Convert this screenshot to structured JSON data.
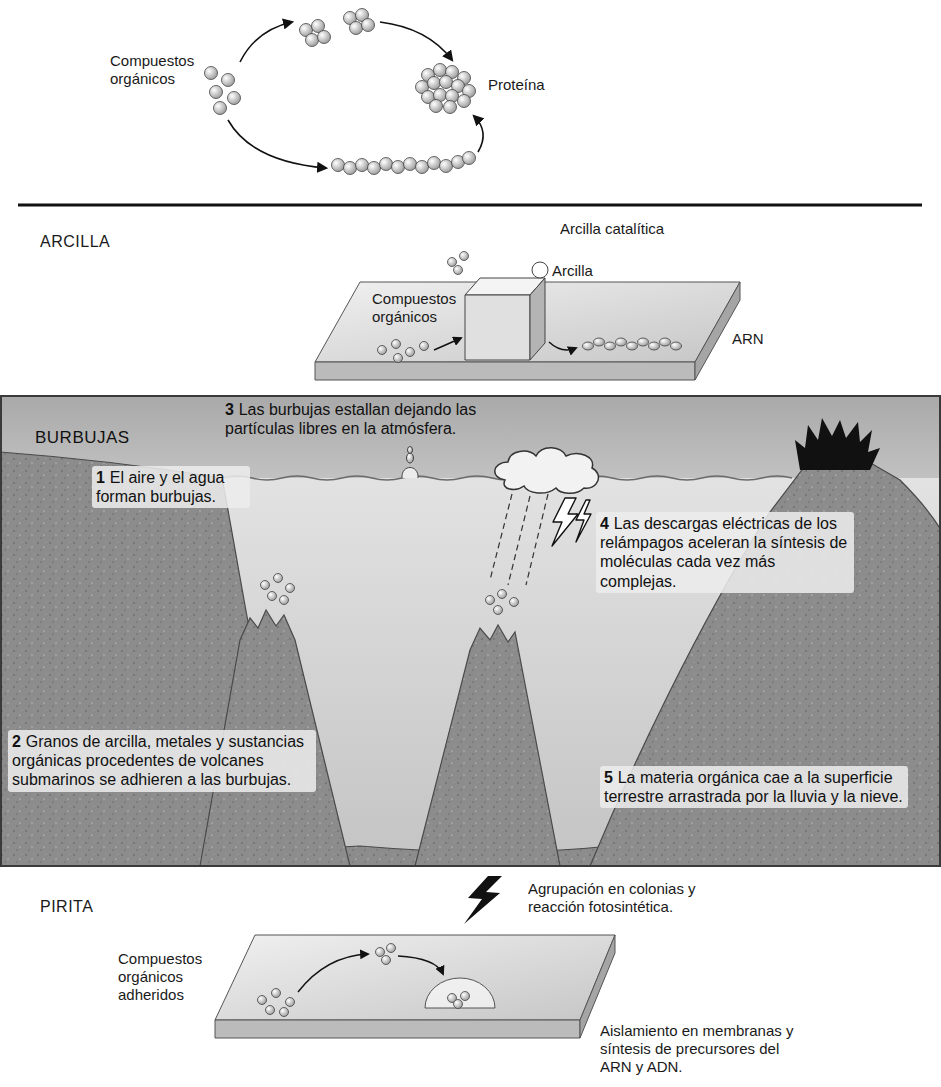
{
  "diagram": {
    "nodes": [
      {
        "text": [
          "BURBUJAS",
          "1",
          "El aire y el agua forman burbujas.",
          "2",
          "Granos de arcilla, metales y sustancias orgánicas procedentes de volcanes submarinos se adhieren a las burbujas.",
          "3",
          "Las burbujas estallan dejando las partículas libres en la atmósfera.",
          "4",
          "Las descargas eléctricas de los relámpagos aceleran la síntesis de moléculas cada vez más complejas.",
          "5",
          "La materia orgánica cae a la superficie terrestre arrastrada por la lluvia y la nieve."
        ]
      }
    ],
    "labels": [
      "Compuestos orgánicos",
      "Proteína",
      "ARCILLA",
      "Arcilla catalítica",
      "Compuestos orgánicos",
      "Arcilla",
      "ARN",
      "PIRITA",
      "Agrupación en colonias y reacción fotosintética.",
      "Compuestos orgánicos adheridos",
      "Aislamiento en membranas y síntesis de precursores del ARN y ADN."
    ]
  }
}
